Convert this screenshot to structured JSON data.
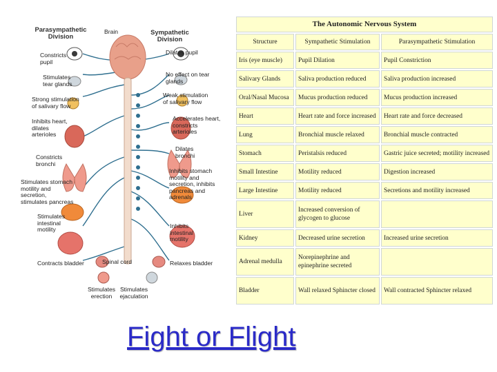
{
  "diagram": {
    "parasympathetic_title": "Parasympathetic Division",
    "sympathetic_title": "Sympathetic Division",
    "brain_label": "Brain",
    "spinal_cord_label": "Spinal cord",
    "left_labels": [
      "Constricts pupil",
      "Stimulates tear glands",
      "Strong stimulation of salivary flow",
      "Inhibits heart, dilates arterioles",
      "Constricts bronchi",
      "Stimulates stomach motility and secretion, stimulates pancreas",
      "Stimulates intestinal motility",
      "Contracts bladder",
      "Stimulates erection"
    ],
    "right_labels": [
      "Dilates pupil",
      "No effect on tear glands",
      "Weak stimulation of salivary flow",
      "Accelerates heart, constricts arterioles",
      "Dilates bronchi",
      "Inhibits stomach motility and secretion, inhibits pancreas and adrenals",
      "Inhibits intestinal motility",
      "Relaxes bladder",
      "Stimulates ejaculation"
    ],
    "colors": {
      "nerve": "#2f6f8f",
      "brain": "#e8a08a",
      "organ_red": "#d9685a",
      "organ_pink": "#ef9a8c",
      "organ_orange": "#f08a3a"
    }
  },
  "table": {
    "title": "The Autonomic Nervous System",
    "headers": [
      "Structure",
      "Sympathetic Stimulation",
      "Parasympathetic Stimulation"
    ],
    "rows": [
      [
        "Iris (eye muscle)",
        "Pupil Dilation",
        "Pupil Constriction"
      ],
      [
        "Salivary Glands",
        "Saliva production reduced",
        "Saliva production increased"
      ],
      [
        "Oral/Nasal Mucosa",
        "Mucus production reduced",
        "Mucus production increased"
      ],
      [
        "Heart",
        "Heart rate and force increased",
        "Heart rate and force decreased"
      ],
      [
        "Lung",
        "Bronchial muscle relaxed",
        "Bronchial muscle contracted"
      ],
      [
        "Stomach",
        "Peristalsis reduced",
        "Gastric juice secreted; motility increased"
      ],
      [
        "Small Intestine",
        "Motility reduced",
        "Digestion increased"
      ],
      [
        "Large Intestine",
        "Motility reduced",
        "Secretions and motility increased"
      ],
      [
        "Liver",
        "Increased conversion of glycogen to glucose",
        ""
      ],
      [
        "Kidney",
        "Decreased urine secretion",
        "Increased urine secretion"
      ],
      [
        "Adrenal medulla",
        "Norepinephrine and epinephrine secreted",
        ""
      ],
      [
        "Bladder",
        "Wall relaxed Sphincter closed",
        "Wall contracted Sphincter relaxed"
      ]
    ],
    "colors": {
      "cell_bg": "#ffffcc",
      "border": "#cfd6d6"
    }
  },
  "link": {
    "label": "Fight or Flight",
    "color": "#2a2ac8"
  }
}
